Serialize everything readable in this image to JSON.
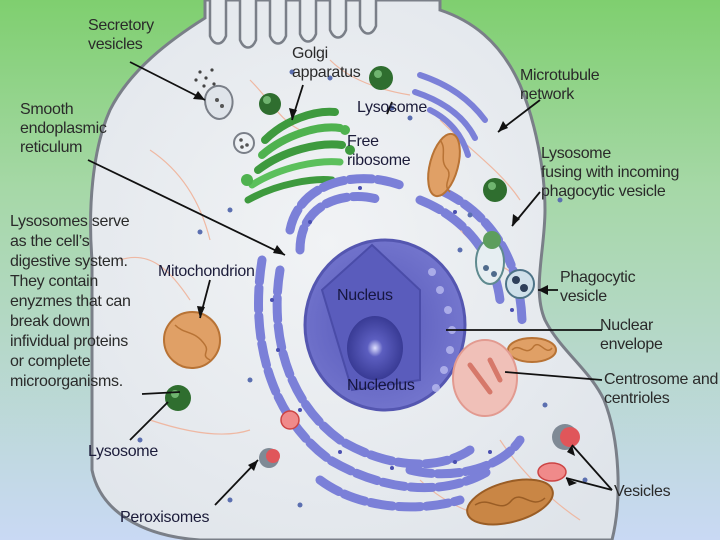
{
  "labels": {
    "secretory_vesicles": "Secretory\nvesicles",
    "golgi_apparatus": "Golgi\napparatus",
    "microtubule_network": "Microtubule\nnetwork",
    "smooth_er": "Smooth\nendoplasmic\nreticulum",
    "lysosome_top": "Lysosome",
    "free_ribosome": "Free\nribosome",
    "lysosome_fusing": "Lysosome\nfusing with incoming\nphagocytic vesicle",
    "lysosome_note": "Lysosomes serve\nas the cell’s\ndigestive system.\nThey contain\nenyzmes that can\nbreak down\ninfividual proteins\nor complete\nmicroorganisms.",
    "mitochondrion": "Mitochondrion",
    "phagocytic_vesicle": "Phagocytic\nvesicle",
    "nucleus": "Nucleus",
    "nuclear_envelope": "Nuclear\nenvelope",
    "nucleolus": "Nucleolus",
    "centrosome": "Centrosome and\ncentrioles",
    "lysosome_bottom": "Lysosome",
    "vesicles": "Vesicles",
    "peroxisomes": "Peroxisomes"
  },
  "colors": {
    "background_top": "#7fcf6f",
    "background_bottom": "#c9d9f4",
    "cytoplasm": "#e7ebef",
    "membrane": "#7a7f88",
    "er": "#7b80d8",
    "nucleus": "#6466c4",
    "nucleolus": "#3b3d9a",
    "golgi": "#3e9a3e",
    "mitochondrion": "#e0a066",
    "vesicle_red": "#e0565a",
    "lysosome_green": "#2f6e2f"
  }
}
